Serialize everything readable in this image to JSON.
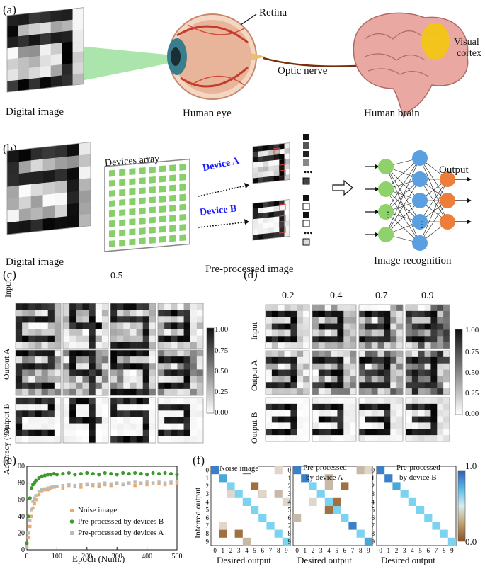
{
  "panels": {
    "a": "(a)",
    "b": "(b)",
    "c": "(c)",
    "d": "(d)",
    "e": "(e)",
    "f": "(f)"
  },
  "panel_a": {
    "digital_image": "Digital image",
    "human_eye": "Human eye",
    "human_brain": "Human brain",
    "retina": "Retina",
    "optic_nerve": "Optic nerve",
    "visual_cortex_1": "Visual",
    "visual_cortex_2": "cortex"
  },
  "panel_b": {
    "digital_image": "Digital image",
    "devices_array": "Devices array",
    "device_a": "Device A",
    "device_b": "Device B",
    "preprocessed": "Pre-processed image",
    "output": "Output",
    "image_recognition": "Image recognition"
  },
  "panel_c": {
    "title": "0.5",
    "rows": [
      "Input",
      "Output A",
      "Output B"
    ],
    "colorbar": [
      "1.00",
      "0.75",
      "0.50",
      "0.25",
      "0.00"
    ]
  },
  "panel_d": {
    "cols": [
      "0.2",
      "0.4",
      "0.7",
      "0.9"
    ],
    "rows": [
      "Input",
      "Output A",
      "Output B"
    ],
    "colorbar": [
      "1.00",
      "0.75",
      "0.50",
      "0.25",
      "0.00"
    ]
  },
  "chart_data": [
    {
      "type": "scatter",
      "xlabel": "Epoch (Num.)",
      "ylabel": "Accuracy (%)",
      "xlim": [
        0,
        500
      ],
      "ylim": [
        0,
        100
      ],
      "xticks": [
        "0",
        "100",
        "200",
        "300",
        "400",
        "500"
      ],
      "yticks": [
        "0",
        "20",
        "40",
        "60",
        "80",
        "100"
      ],
      "legend_position": "center-right",
      "series": [
        {
          "name": "Noise image",
          "color": "#f0a860",
          "x": [
            0,
            5,
            10,
            15,
            20,
            25,
            30,
            40,
            50,
            60,
            70,
            80,
            90,
            100,
            120,
            140,
            160,
            180,
            200,
            220,
            240,
            260,
            280,
            300,
            320,
            340,
            360,
            380,
            400,
            420,
            440,
            460,
            480,
            500
          ],
          "y": [
            5,
            15,
            28,
            40,
            50,
            55,
            60,
            66,
            70,
            72,
            72,
            74,
            75,
            76,
            74,
            77,
            76,
            75,
            78,
            77,
            76,
            78,
            77,
            79,
            78,
            80,
            77,
            79,
            78,
            80,
            79,
            78,
            80,
            79
          ]
        },
        {
          "name": "Pre-processed by devices B",
          "color": "#3a9a2a",
          "x": [
            0,
            5,
            10,
            15,
            20,
            25,
            30,
            40,
            50,
            60,
            70,
            80,
            90,
            100,
            120,
            140,
            160,
            180,
            200,
            220,
            240,
            260,
            280,
            300,
            320,
            340,
            360,
            380,
            400,
            420,
            440,
            460,
            480,
            500
          ],
          "y": [
            8,
            40,
            62,
            74,
            78,
            80,
            83,
            86,
            88,
            89,
            90,
            90,
            91,
            90,
            91,
            92,
            90,
            91,
            92,
            91,
            90,
            92,
            91,
            90,
            92,
            91,
            92,
            91,
            90,
            92,
            91,
            92,
            91,
            90
          ]
        },
        {
          "name": "Pre-processed by devices A",
          "color": "#bbbbbb",
          "x": [
            0,
            5,
            10,
            15,
            20,
            25,
            30,
            40,
            50,
            60,
            70,
            80,
            90,
            100,
            120,
            140,
            160,
            180,
            200,
            220,
            240,
            260,
            280,
            300,
            320,
            340,
            360,
            380,
            400,
            420,
            440,
            460,
            480,
            500
          ],
          "y": [
            3,
            20,
            35,
            48,
            58,
            62,
            65,
            70,
            72,
            73,
            74,
            75,
            76,
            76,
            77,
            78,
            77,
            78,
            79,
            78,
            79,
            80,
            79,
            80,
            79,
            80,
            81,
            80,
            81,
            80,
            81,
            80,
            81,
            82
          ]
        }
      ]
    },
    {
      "type": "heatmap",
      "title": "Noise image",
      "xlabel": "Desired output",
      "ylabel": "Inferred output",
      "ticks": [
        "0",
        "1",
        "2",
        "3",
        "4",
        "5",
        "6",
        "7",
        "8",
        "9"
      ]
    },
    {
      "type": "heatmap",
      "title": "Pre-processed by device A",
      "xlabel": "Desired output",
      "ticks": [
        "0",
        "1",
        "2",
        "3",
        "4",
        "5",
        "6",
        "7",
        "8",
        "9"
      ]
    },
    {
      "type": "heatmap",
      "title": "Pre-processed by device B",
      "xlabel": "Desired output",
      "ticks": [
        "0",
        "1",
        "2",
        "3",
        "4",
        "5",
        "6",
        "7",
        "8",
        "9"
      ],
      "colorbar": [
        "1.0",
        "0.0"
      ]
    }
  ],
  "panel_f_titles": {
    "m1": "Noise image",
    "m2_l1": "Pre-processed",
    "m2_l2": "by device A",
    "m3_l1": "Pre-processed",
    "m3_l2": "by device B"
  }
}
